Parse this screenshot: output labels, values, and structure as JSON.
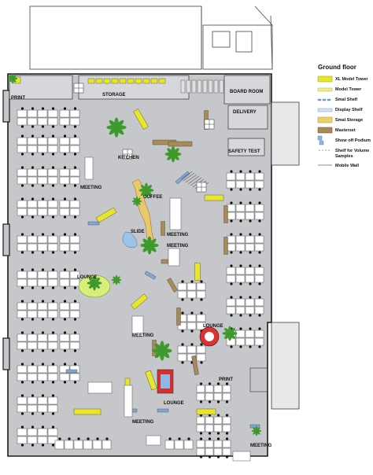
{
  "legend": {
    "title": "Ground floor",
    "items": [
      {
        "label": "XL Model Tower",
        "color": "#e8e62a",
        "stroke": "#9a9a20",
        "shape": "bar"
      },
      {
        "label": "Model Tower",
        "color": "#f3ec8c",
        "stroke": "#b3ab50",
        "shape": "bar-thin"
      },
      {
        "label": "Smal Shelf",
        "color": "#7fa7d8",
        "stroke": "#3a6ea8",
        "shape": "dashes"
      },
      {
        "label": "Display Shelf",
        "color": "#d5e1f2",
        "stroke": "#7a9ac8",
        "shape": "bar-thin"
      },
      {
        "label": "Smal Storage",
        "color": "#e8d36a",
        "stroke": "#a89630",
        "shape": "bar"
      },
      {
        "label": "Masterset",
        "color": "#a98a56",
        "stroke": "#5e4a28",
        "shape": "bar"
      },
      {
        "label": "Show off Podium",
        "color": "#8fb8e0",
        "stroke": "#3d6ea0",
        "shape": "square"
      },
      {
        "label": "Shelf for Volume Samples",
        "color": "#ffffff",
        "stroke": "#888888",
        "shape": "dots"
      },
      {
        "label": "Mobile Wall",
        "color": "#ffffff",
        "stroke": "#666666",
        "shape": "line"
      }
    ]
  },
  "rooms": [
    {
      "id": "print-top",
      "label": "PRINT"
    },
    {
      "id": "storage",
      "label": "STORAGE"
    },
    {
      "id": "board-room",
      "label": "BOARD ROOM"
    },
    {
      "id": "delivery",
      "label": "DELIVERY"
    },
    {
      "id": "safety-test",
      "label": "SAFETY TEST"
    },
    {
      "id": "kitchen",
      "label": "KITCHEN"
    },
    {
      "id": "meeting-1",
      "label": "MEETING"
    },
    {
      "id": "coffee",
      "label": "COFFEE"
    },
    {
      "id": "slide",
      "label": "SLIDE"
    },
    {
      "id": "meeting-2",
      "label": "MEETING"
    },
    {
      "id": "meeting-3",
      "label": "MEETING"
    },
    {
      "id": "lounge-1",
      "label": "LOUNGE"
    },
    {
      "id": "lounge-2",
      "label": "LOUNGE"
    },
    {
      "id": "meeting-4",
      "label": "MEETING"
    },
    {
      "id": "print-bottom",
      "label": "PRINT"
    },
    {
      "id": "lounge-3",
      "label": "LOUNGE"
    },
    {
      "id": "meeting-5",
      "label": "MEETING"
    },
    {
      "id": "meeting-6",
      "label": "MEETING"
    }
  ],
  "colors": {
    "floor": "#c5c7ca",
    "wall": "#1a1a1a",
    "desk": "#ffffff",
    "chair": "#111111",
    "plant": "#3f9a2e",
    "storage_yellow": "#e8e62a",
    "masterset": "#a98a56",
    "shelf_blue": "#7fa7d8"
  }
}
